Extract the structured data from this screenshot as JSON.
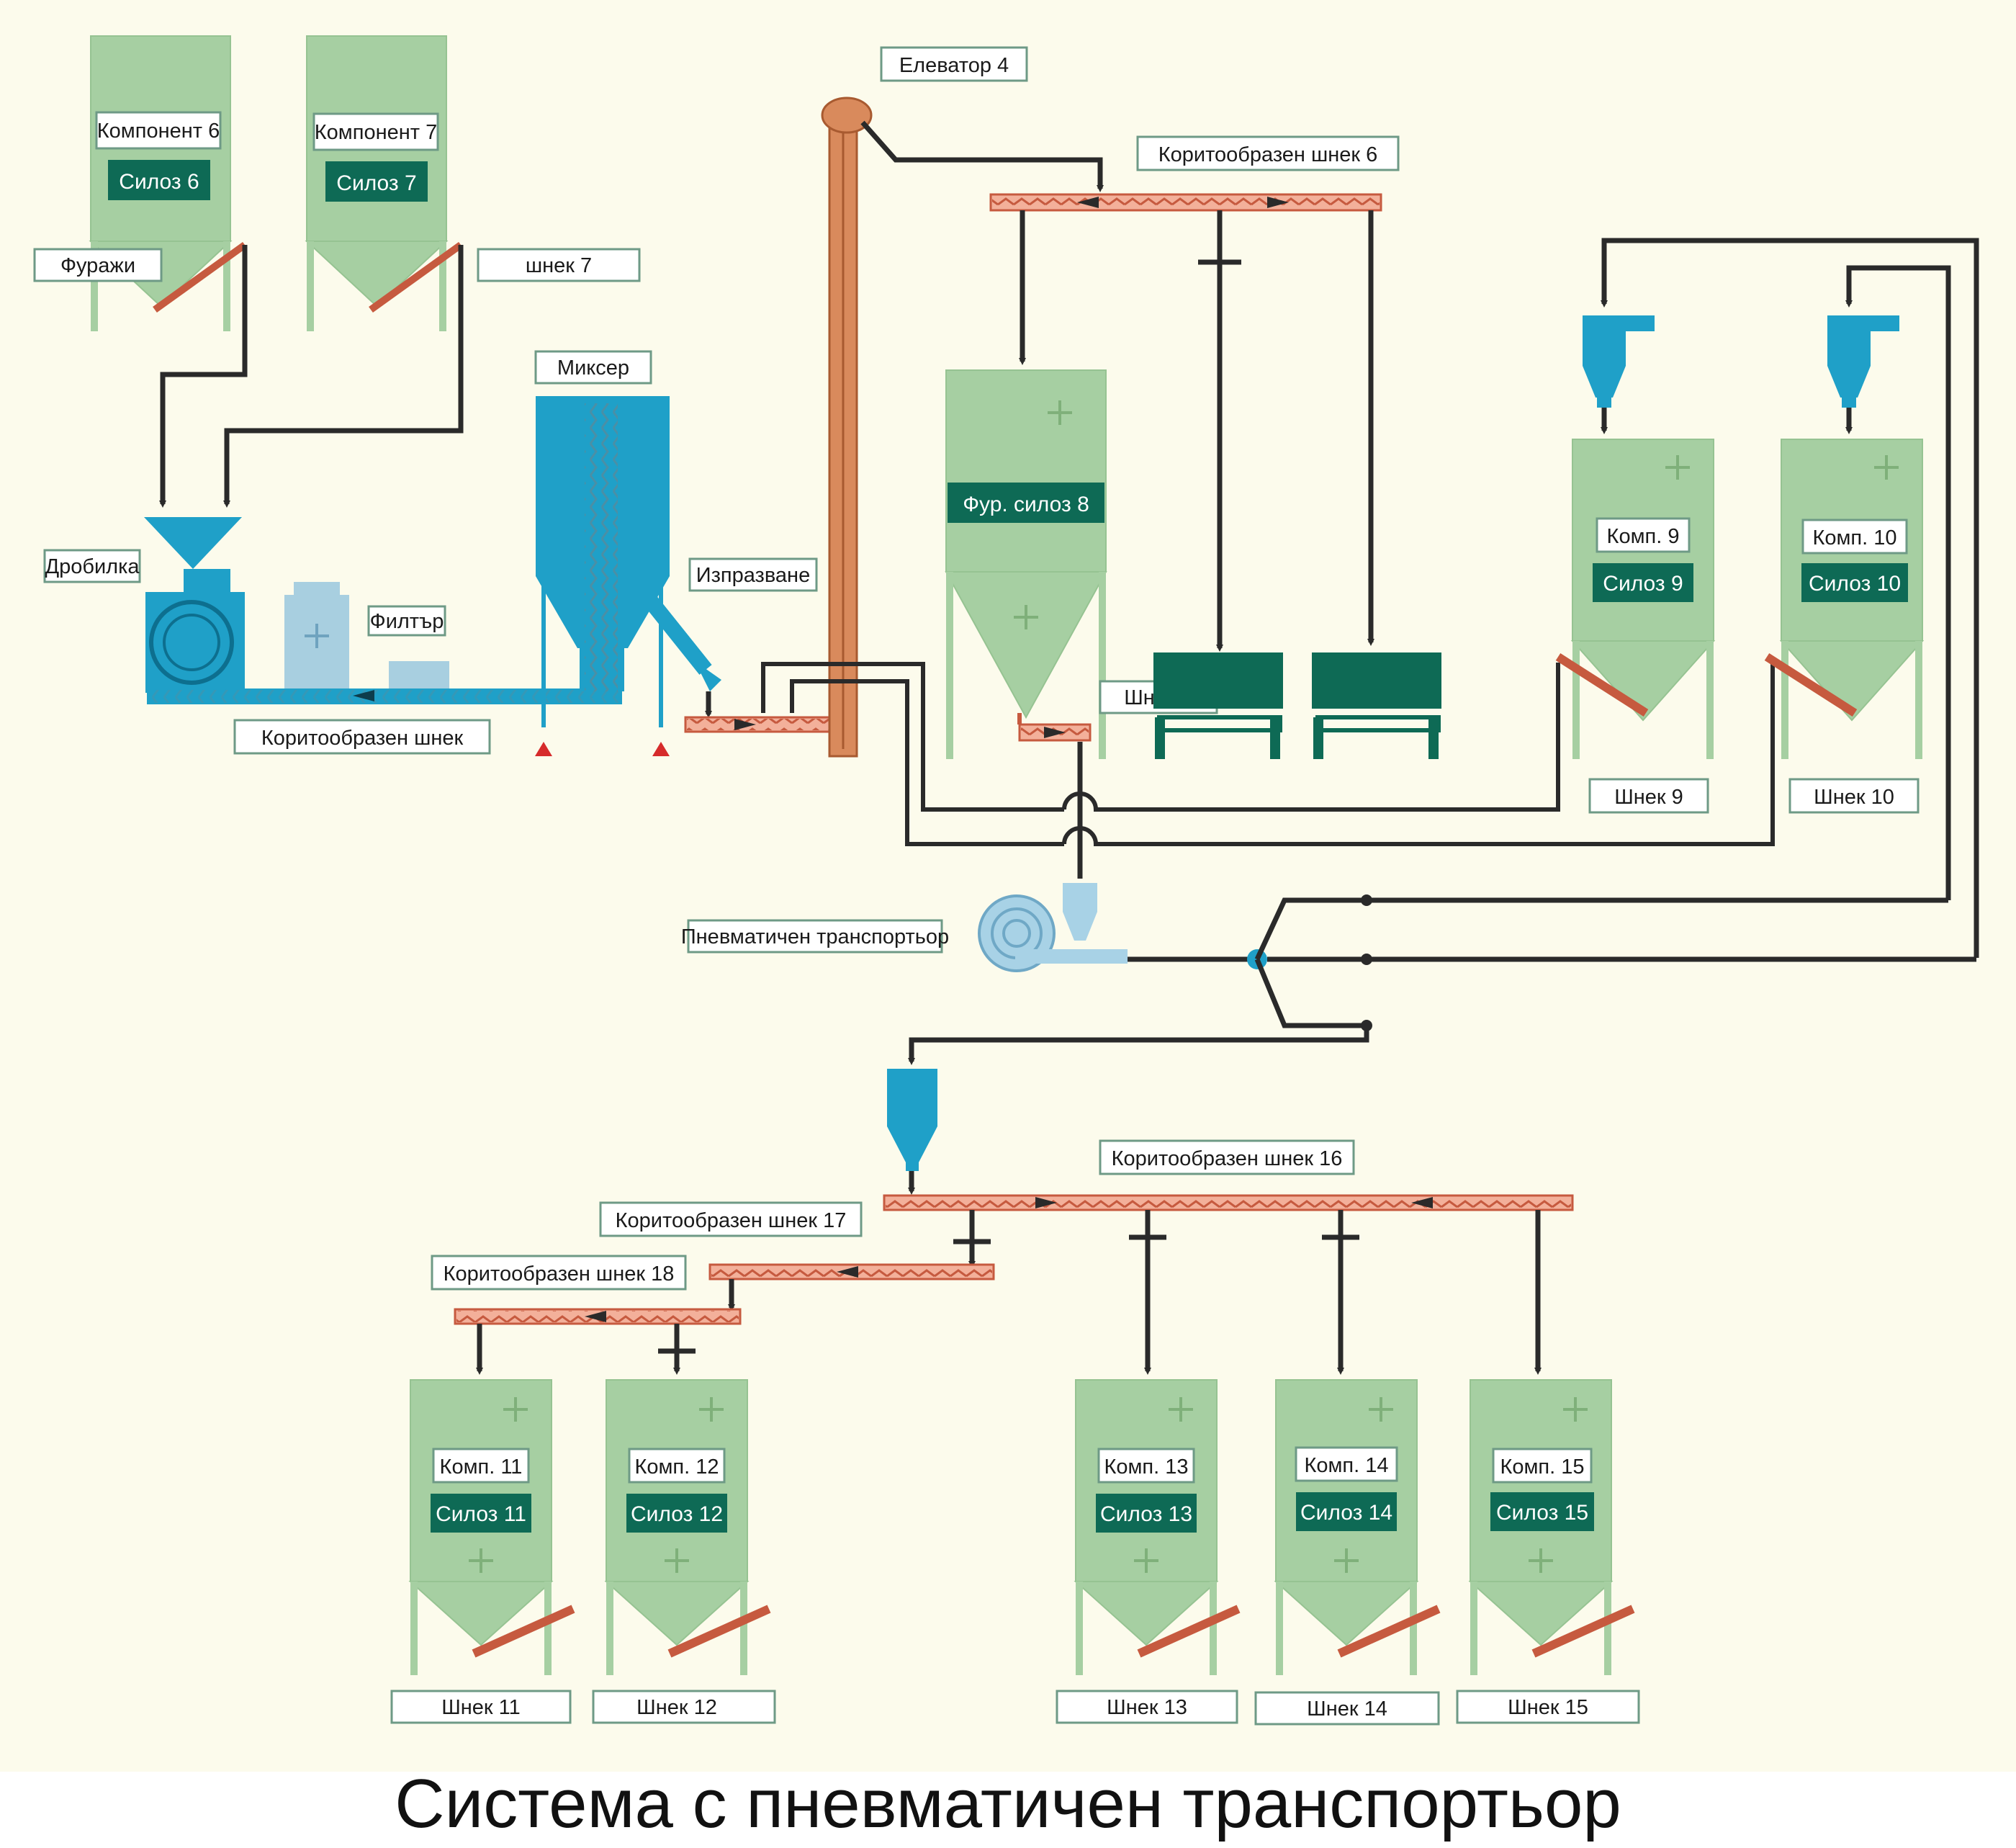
{
  "diagram": {
    "labels": {
      "komponent6": "Компонент 6",
      "silo6": "Силоз 6",
      "komponent7": "Компонент 7",
      "silo7": "Силоз 7",
      "furazhi": "Фуражи",
      "shnek7": "шнек 7",
      "elevator4": "Елеватор 4",
      "koryto6": "Коритообразен шнек 6",
      "mikser": "Миксер",
      "drobilka": "Дробилка",
      "filtar": "Филтър",
      "izprazvane": "Изпразване",
      "koryto": "Коритообразен шнек",
      "furSilo8": "Фур. силоз 8",
      "shnek8": "Шнек 8",
      "komp9": "Комп. 9",
      "silo9": "Силоз 9",
      "komp10": "Комп. 10",
      "silo10": "Силоз 10",
      "shnek9": "Шнек 9",
      "shnek10": "Шнек 10",
      "pnevmatichen": "Пневматичен транспортьор",
      "koryto16": "Коритообразен шнек 16",
      "koryto17": "Коритообразен шнек 17",
      "koryto18": "Коритообразен шнек 18",
      "komp11": "Комп. 11",
      "silo11": "Силоз 11",
      "komp12": "Комп. 12",
      "silo12": "Силоз 12",
      "komp13": "Комп. 13",
      "silo13": "Силоз 13",
      "komp14": "Комп. 14",
      "silo14": "Силоз 14",
      "komp15": "Комп. 15",
      "silo15": "Силоз 15",
      "shnek11": "Шнек 11",
      "shnek12": "Шнек 12",
      "shnek13": "Шнек 13",
      "shnek14": "Шнек 14",
      "shnek15": "Шнек 15"
    },
    "caption": "Система с пневматичен транспортьор"
  },
  "colors": {
    "background": "#fcfbec",
    "silo_green": "#a6cfa2",
    "label_dark_green": "#0e6a55",
    "equipment_blue": "#1fa0c8",
    "screw_conveyor": "#f3b09a",
    "elevator": "#d98a5c",
    "pipe": "#2a2a2a"
  }
}
